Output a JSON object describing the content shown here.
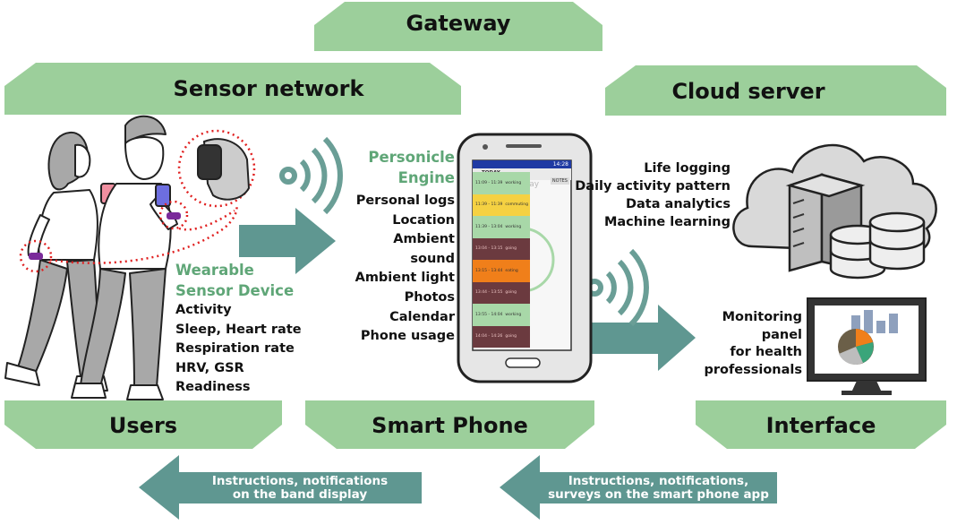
{
  "banners": {
    "gateway": "Gateway",
    "sensor_network": "Sensor network",
    "cloud_server": "Cloud server",
    "users": "Users",
    "smart_phone": "Smart Phone",
    "interface": "Interface"
  },
  "wearable": {
    "title_line1": "Wearable",
    "title_line2": "Sensor Device",
    "items": [
      "Activity",
      "Sleep, Heart rate",
      "Respiration rate",
      "HRV, GSR",
      "Readiness"
    ]
  },
  "personicle": {
    "title_line1": "Personicle",
    "title_line2": "Engine",
    "items": [
      "Personal logs",
      "Location",
      "Ambient sound",
      "Ambient light",
      "Photos",
      "Calendar",
      "Phone usage"
    ]
  },
  "cloud": {
    "items": [
      "Life logging",
      "Daily activity pattern",
      "Data analytics",
      "Machine learning"
    ]
  },
  "monitoring": {
    "lines": [
      "Monitoring",
      "panel",
      "for health",
      "professionals"
    ]
  },
  "feedback": {
    "band": [
      "Instructions, notifications",
      "on the band display"
    ],
    "phone": [
      "Instructions, notifications,",
      "surveys on the smart phone app"
    ]
  },
  "phone_app": {
    "header": "TODAY",
    "tab_right": "NOTES",
    "header_faded": "Today",
    "status_time": "14:28",
    "rows": [
      {
        "time": "11:09 - 11:39",
        "label": "working",
        "color": "#a8d8a8"
      },
      {
        "time": "11:39 - 11:39",
        "label": "commuting",
        "color": "#f5d142"
      },
      {
        "time": "11:39 - 13:04",
        "label": "working",
        "color": "#a8d8a8"
      },
      {
        "time": "13:04 - 13:15",
        "label": "going",
        "color": "#6b3a3f"
      },
      {
        "time": "13:15 - 13:44",
        "label": "eating",
        "color": "#f07f1a"
      },
      {
        "time": "13:44 - 13:55",
        "label": "going",
        "color": "#6b3a3f"
      },
      {
        "time": "13:55 - 14:04",
        "label": "working",
        "color": "#a8d8a8"
      },
      {
        "time": "14:04 - 14:26",
        "label": "going",
        "color": "#6b3a3f"
      }
    ]
  },
  "colors": {
    "banner_green": "#9ccf9b",
    "arrow_teal": "#5f9791",
    "title_green": "#5fa677",
    "signal_teal": "#6a9e96"
  }
}
